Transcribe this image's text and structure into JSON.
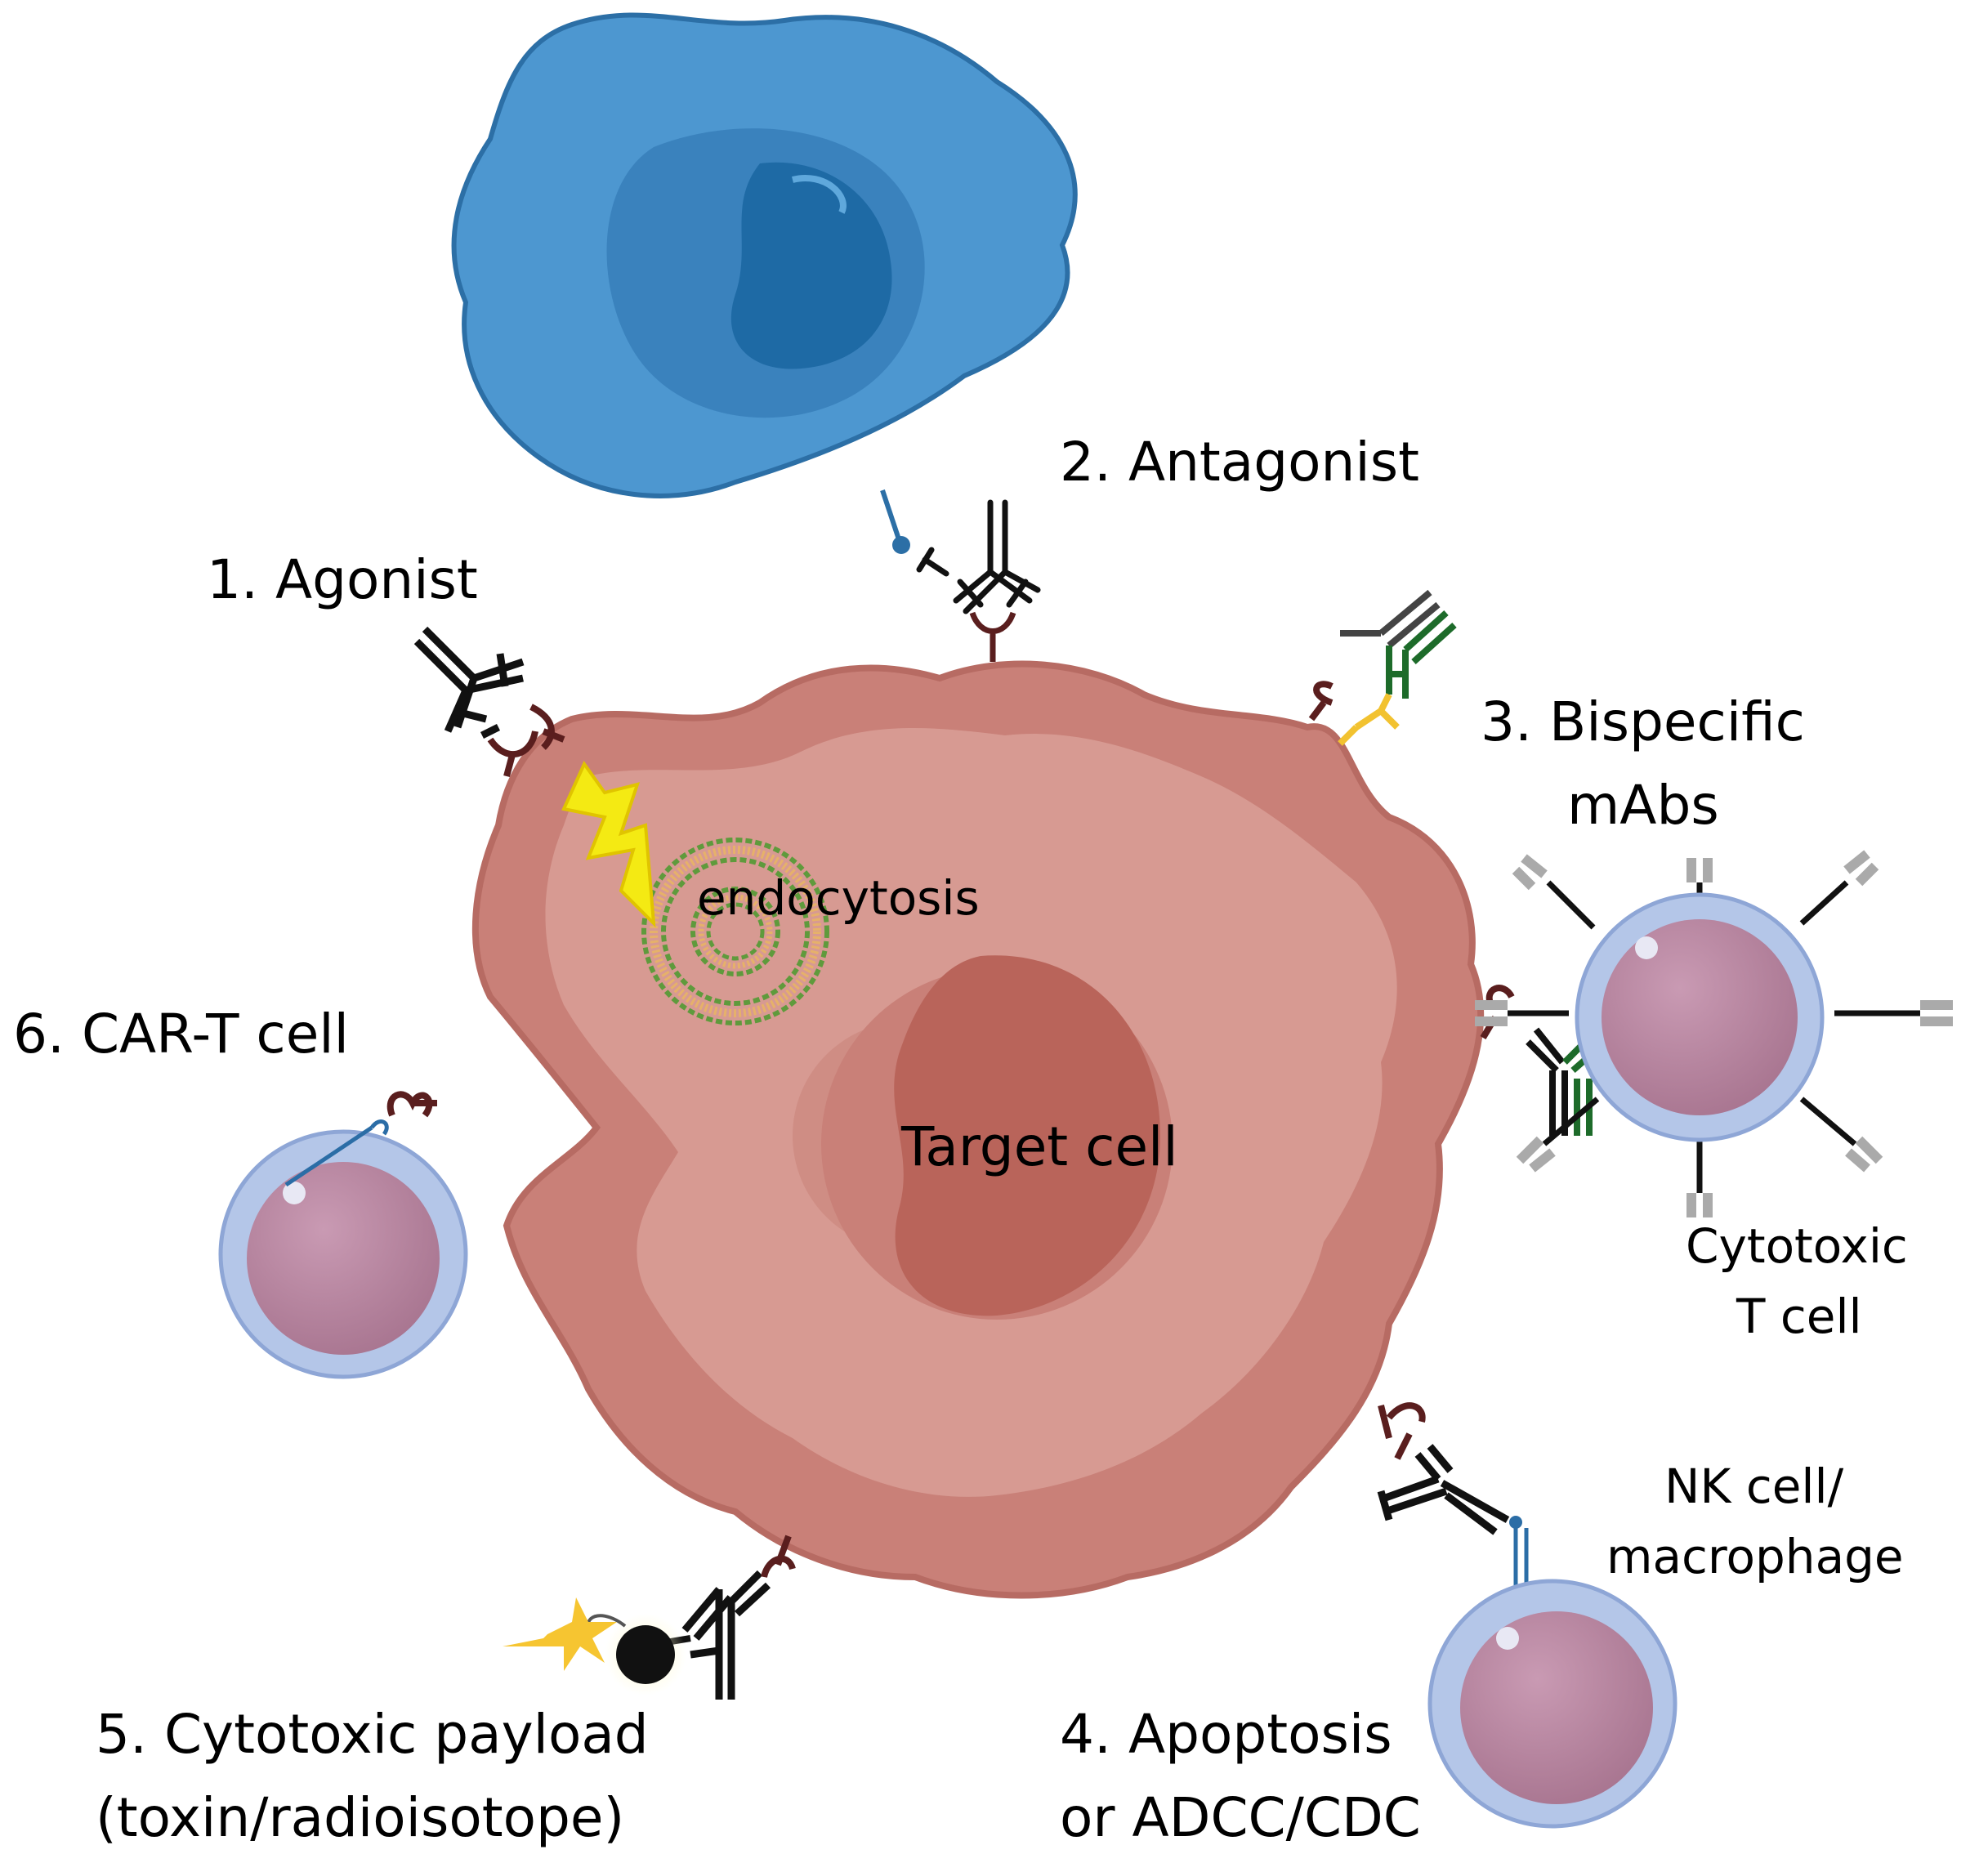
{
  "labels": {
    "agonist": "1. Agonist",
    "antagonist": "2. Antagonist",
    "bispecific_line1": "3. Bispecific",
    "bispecific_line2": "mAbs",
    "cytotoxic_t_line1": "Cytotoxic",
    "cytotoxic_t_line2": "T cell",
    "nk_line1": "NK cell/",
    "nk_line2": "macrophage",
    "apoptosis_line1": "4. Apoptosis",
    "apoptosis_line2": "or ADCC/CDC",
    "payload_line1": "5. Cytotoxic payload",
    "payload_line2": "(toxin/radioisotope)",
    "car_t": "6. CAR-T cell",
    "endocytosis": "endocytosis",
    "target_cell": "Target cell"
  },
  "colors": {
    "target_cell": "#c98078",
    "target_cell_inner": "#d79a92",
    "target_nucleus": "#b9645a",
    "immune_cell": "#3f8cc9",
    "immune_nucleus": "#1e6aa5",
    "lymphocyte": "#b8889f",
    "lymphocyte_halo": "#b4c6e8",
    "receptor": "#5a1e1e",
    "antibody": "#111111",
    "bispecific_arm": "#1d6b2a",
    "bolt": "#f4ea13",
    "vesicle": "#5f9a3c"
  },
  "icons": {
    "agonist_antibody": "antibody-icon",
    "lightning": "lightning-bolt-icon",
    "bomb": "bomb-icon",
    "explosion": "explosion-star-icon"
  }
}
